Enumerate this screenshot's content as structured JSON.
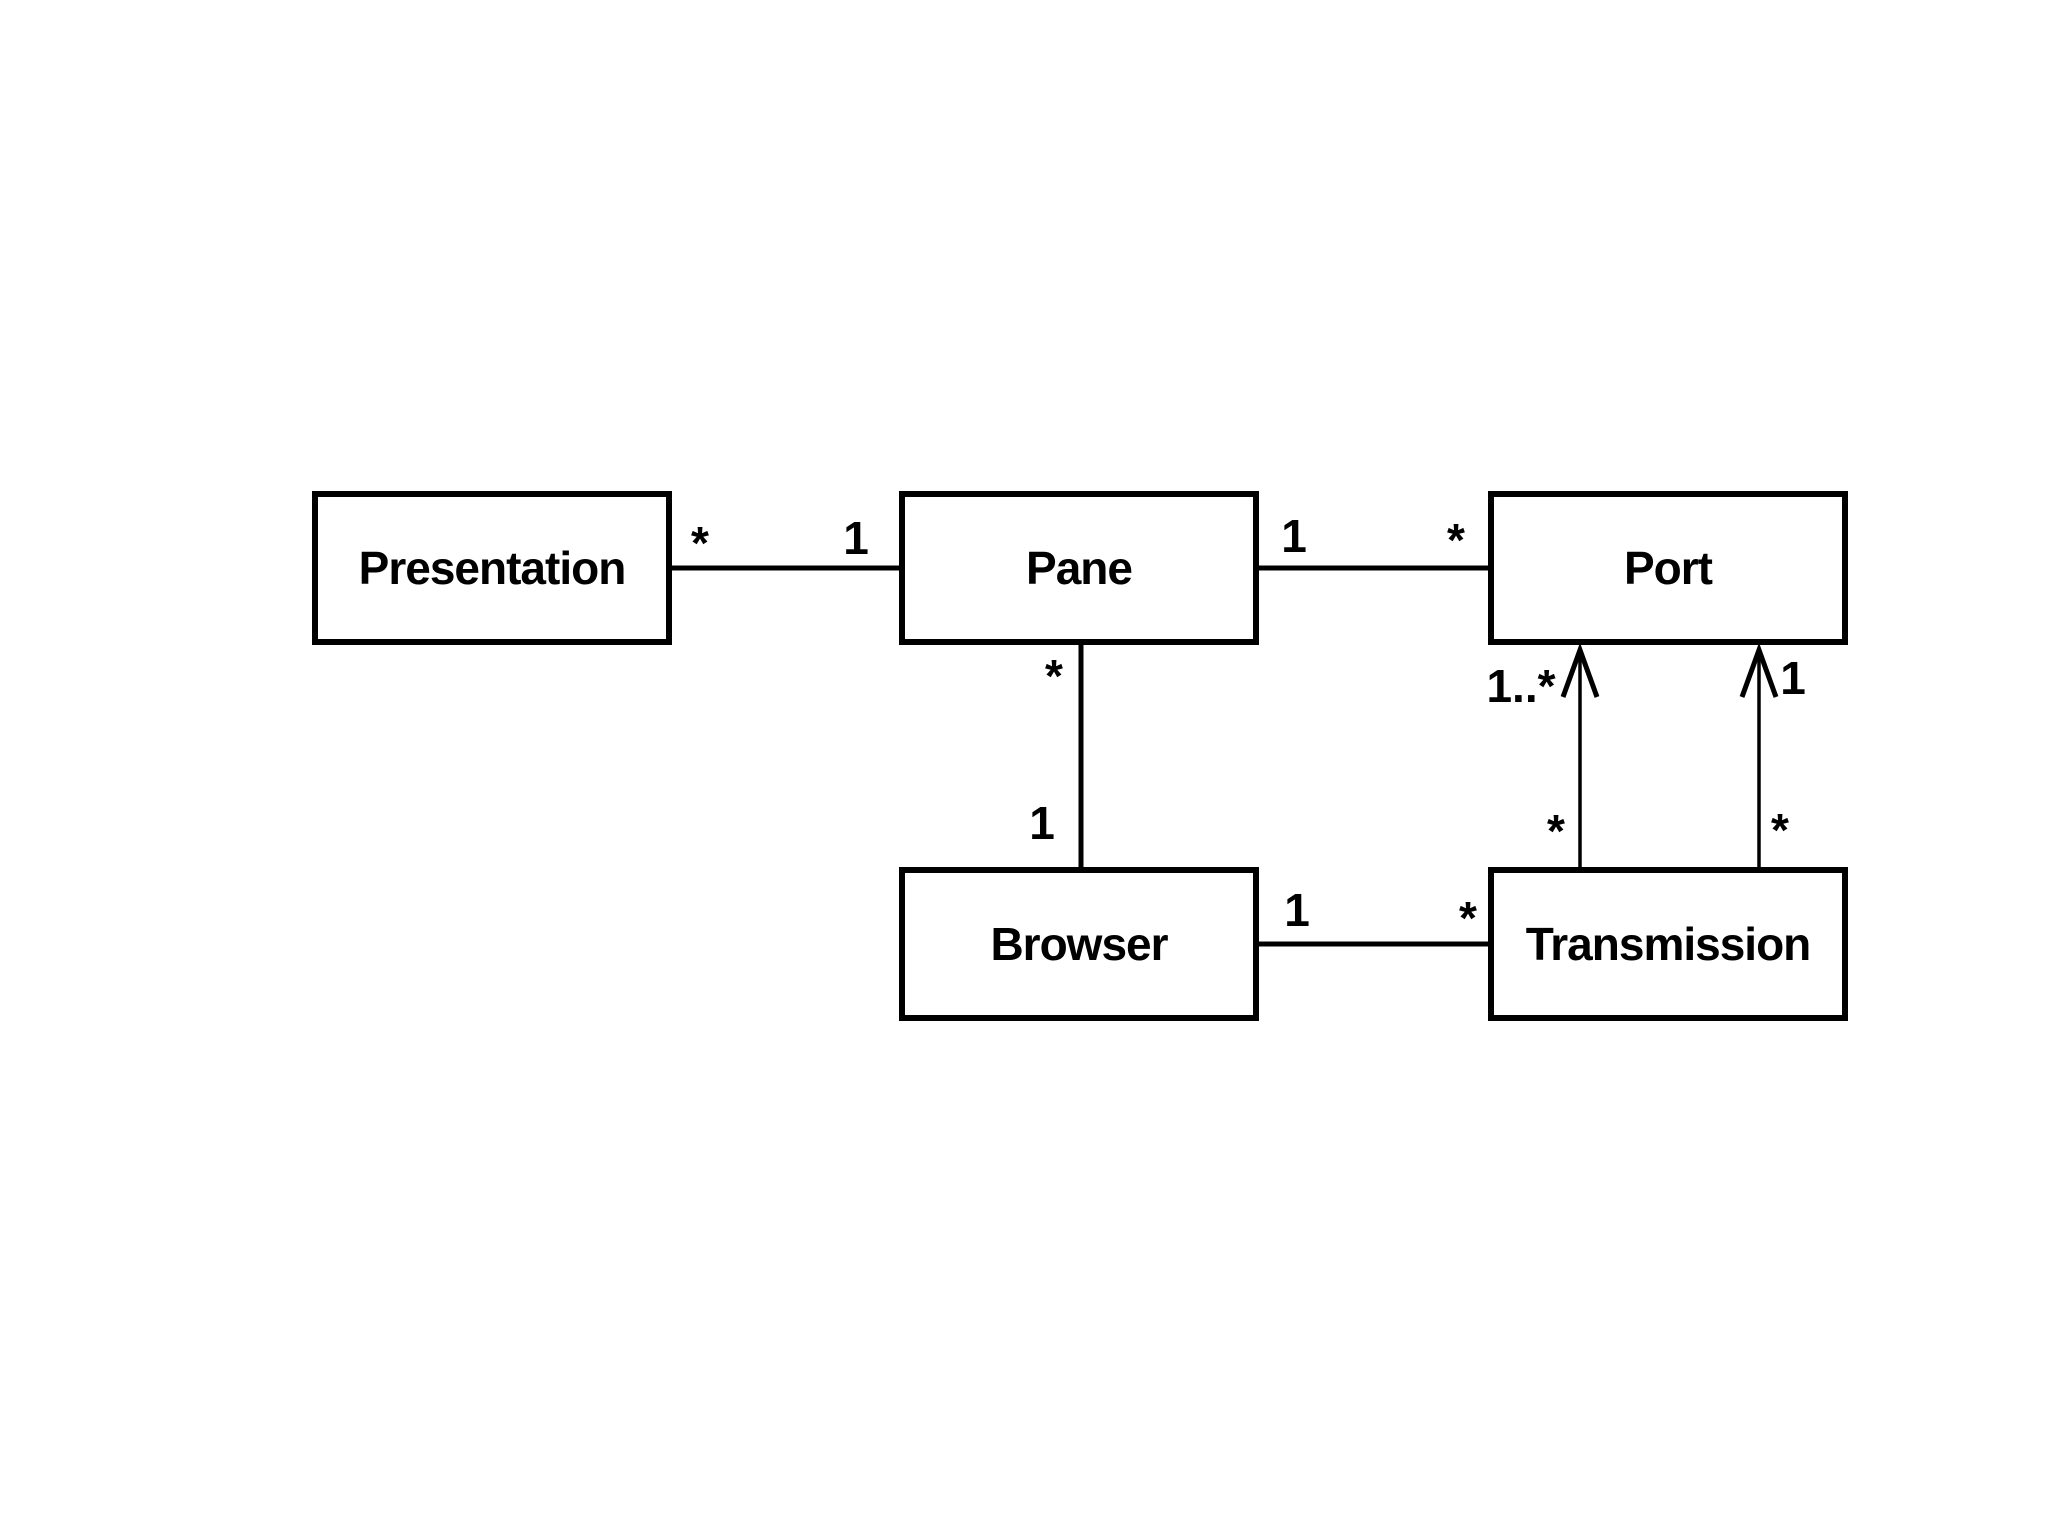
{
  "diagram": {
    "type": "uml-class-diagram",
    "background_color": "#ffffff",
    "stroke_color": "#000000",
    "classes": [
      {
        "id": "presentation",
        "label": "Presentation"
      },
      {
        "id": "pane",
        "label": "Pane"
      },
      {
        "id": "port",
        "label": "Port"
      },
      {
        "id": "browser",
        "label": "Browser"
      },
      {
        "id": "transmission",
        "label": "Transmission"
      }
    ],
    "associations": [
      {
        "between": [
          "Presentation",
          "Pane"
        ],
        "style": "plain-line",
        "ends": [
          {
            "near": "Presentation",
            "label": "*"
          },
          {
            "near": "Pane",
            "label": "1"
          }
        ]
      },
      {
        "between": [
          "Pane",
          "Port"
        ],
        "style": "plain-line",
        "ends": [
          {
            "near": "Pane",
            "label": "1"
          },
          {
            "near": "Port",
            "label": "*"
          }
        ]
      },
      {
        "between": [
          "Pane",
          "Browser"
        ],
        "style": "plain-line",
        "ends": [
          {
            "near": "Pane",
            "label": "*"
          },
          {
            "near": "Browser",
            "label": "1"
          }
        ]
      },
      {
        "between": [
          "Browser",
          "Transmission"
        ],
        "style": "plain-line",
        "ends": [
          {
            "near": "Browser",
            "label": "1"
          },
          {
            "near": "Transmission",
            "label": "*"
          }
        ]
      },
      {
        "between": [
          "Transmission",
          "Port"
        ],
        "style": "arrow-pointing-to-port",
        "position": "left",
        "ends": [
          {
            "near": "Port",
            "label": "1..*"
          },
          {
            "near": "Transmission",
            "label": "*"
          }
        ]
      },
      {
        "between": [
          "Transmission",
          "Port"
        ],
        "style": "arrow-pointing-to-port",
        "position": "right",
        "ends": [
          {
            "near": "Port",
            "label": "1"
          },
          {
            "near": "Transmission",
            "label": "*"
          }
        ]
      }
    ]
  }
}
